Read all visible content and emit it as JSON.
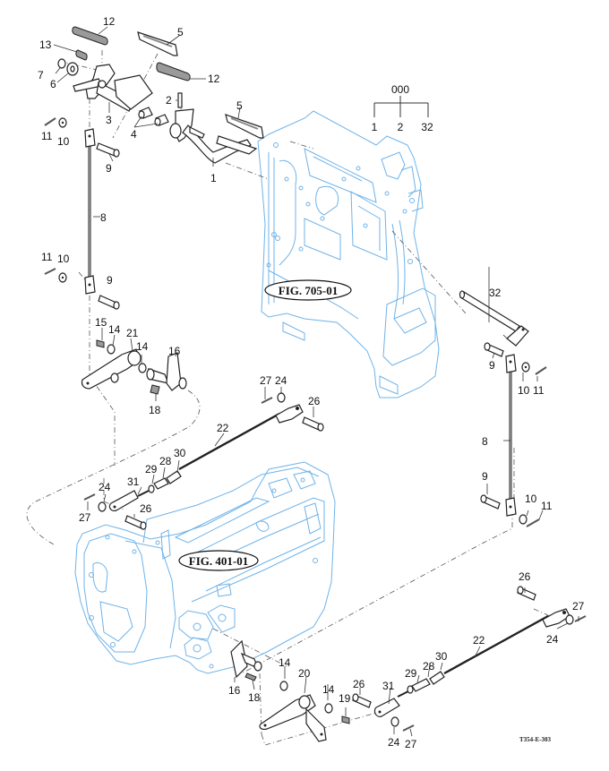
{
  "diagram": {
    "drawing_code": "T354-E-303",
    "figure_references": [
      {
        "id": "fig-705-01",
        "label": "FIG. 705-01"
      },
      {
        "id": "fig-401-01",
        "label": "FIG. 401-01"
      }
    ],
    "assembly_tree": {
      "parent": "000",
      "children": [
        "1",
        "2",
        "32"
      ]
    },
    "callouts": [
      {
        "id": "c12a",
        "label": "12"
      },
      {
        "id": "c13",
        "label": "13"
      },
      {
        "id": "c7",
        "label": "7"
      },
      {
        "id": "c6",
        "label": "6"
      },
      {
        "id": "c5a",
        "label": "5"
      },
      {
        "id": "c12b",
        "label": "12"
      },
      {
        "id": "c2",
        "label": "2"
      },
      {
        "id": "c3",
        "label": "3"
      },
      {
        "id": "c4",
        "label": "4"
      },
      {
        "id": "c5b",
        "label": "5"
      },
      {
        "id": "c1",
        "label": "1"
      },
      {
        "id": "c11a",
        "label": "11"
      },
      {
        "id": "c10a",
        "label": "10"
      },
      {
        "id": "c9a",
        "label": "9"
      },
      {
        "id": "c8a",
        "label": "8"
      },
      {
        "id": "c11b",
        "label": "11"
      },
      {
        "id": "c10b",
        "label": "10"
      },
      {
        "id": "c9b",
        "label": "9"
      },
      {
        "id": "c15",
        "label": "15"
      },
      {
        "id": "c14a",
        "label": "14"
      },
      {
        "id": "c21",
        "label": "21"
      },
      {
        "id": "c14b",
        "label": "14"
      },
      {
        "id": "c16a",
        "label": "16"
      },
      {
        "id": "c18a",
        "label": "18"
      },
      {
        "id": "c27a",
        "label": "27"
      },
      {
        "id": "c24a",
        "label": "24"
      },
      {
        "id": "c26a",
        "label": "26"
      },
      {
        "id": "c22a",
        "label": "22"
      },
      {
        "id": "c30a",
        "label": "30"
      },
      {
        "id": "c28a",
        "label": "28"
      },
      {
        "id": "c29a",
        "label": "29"
      },
      {
        "id": "c31a",
        "label": "31"
      },
      {
        "id": "c24b",
        "label": "24"
      },
      {
        "id": "c27b",
        "label": "27"
      },
      {
        "id": "c26b",
        "label": "26"
      },
      {
        "id": "c32",
        "label": "32"
      },
      {
        "id": "c9c",
        "label": "9"
      },
      {
        "id": "c10c",
        "label": "10"
      },
      {
        "id": "c11c",
        "label": "11"
      },
      {
        "id": "c8b",
        "label": "8"
      },
      {
        "id": "c9d",
        "label": "9"
      },
      {
        "id": "c10d",
        "label": "10"
      },
      {
        "id": "c11d",
        "label": "11"
      },
      {
        "id": "c26c",
        "label": "26"
      },
      {
        "id": "c27c",
        "label": "27"
      },
      {
        "id": "c24c",
        "label": "24"
      },
      {
        "id": "c22b",
        "label": "22"
      },
      {
        "id": "c30b",
        "label": "30"
      },
      {
        "id": "c28b",
        "label": "28"
      },
      {
        "id": "c29b",
        "label": "29"
      },
      {
        "id": "c31b",
        "label": "31"
      },
      {
        "id": "c26d",
        "label": "26"
      },
      {
        "id": "c19",
        "label": "19"
      },
      {
        "id": "c14c",
        "label": "14"
      },
      {
        "id": "c20",
        "label": "20"
      },
      {
        "id": "c14d",
        "label": "14"
      },
      {
        "id": "c16b",
        "label": "16"
      },
      {
        "id": "c18b",
        "label": "18"
      },
      {
        "id": "c24d",
        "label": "24"
      },
      {
        "id": "c27d",
        "label": "27"
      }
    ]
  }
}
